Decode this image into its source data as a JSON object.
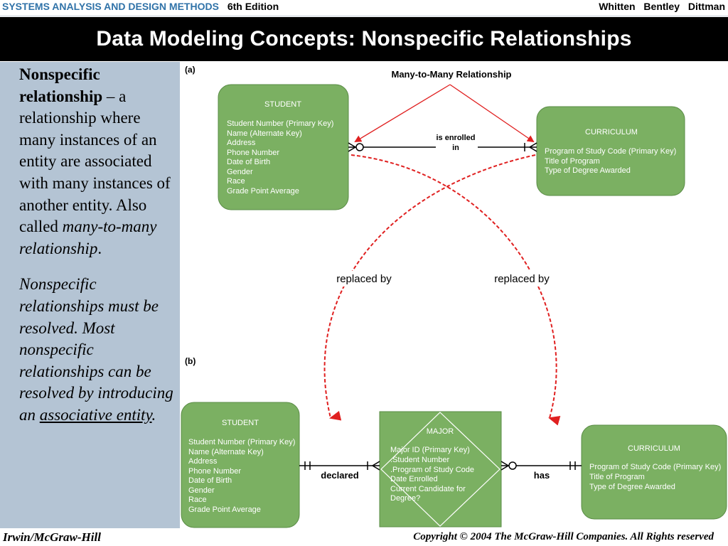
{
  "header": {
    "course": "SYSTEMS ANALYSIS AND DESIGN METHODS",
    "edition": "6th Edition",
    "authors": "Whitten Bentley Dittman"
  },
  "slide": {
    "title": "Data Modeling Concepts: Nonspecific Relationships"
  },
  "sidebar": {
    "term": "Nonspecific relationship",
    "definition": " – a relationship where many instances of an entity are associated with many instances of another entity. Also called ",
    "alt_term": "many-to-many relationship",
    "period": ".",
    "note": "Nonspecific relationships must be resolved. Most nonspecific relationships can be resolved by introducing an ",
    "note_term": "associative entity",
    "note_end": "."
  },
  "diagram": {
    "part_a_label": "(a)",
    "part_b_label": "(b)",
    "callout": "Many-to-Many Relationship",
    "rel_a_line1": "is enrolled",
    "rel_a_line2": "in",
    "replaced_left": "replaced by",
    "replaced_right": "replaced by",
    "rel_declared": "declared",
    "rel_has": "has",
    "student_a": {
      "title": "STUDENT",
      "attributes": [
        "Student Number (Primary Key)",
        "Name (Alternate Key)",
        "Address",
        "Phone Number",
        "Date of Birth",
        "Gender",
        "Race",
        "Grade Point Average"
      ]
    },
    "curriculum_a": {
      "title": "CURRICULUM",
      "attributes": [
        "Program of Study Code (Primary Key)",
        "Title of Program",
        "Type of Degree Awarded"
      ]
    },
    "student_b": {
      "title": "STUDENT",
      "attributes": [
        "Student Number (Primary Key)",
        "Name (Alternate Key)",
        "Address",
        "Phone Number",
        "Date of Birth",
        "Gender",
        "Race",
        "Grade Point Average"
      ]
    },
    "major": {
      "title": "MAJOR",
      "attributes": [
        "Major ID (Primary Key)",
        ".Student Number",
        ".Program of Study Code",
        "Date Enrolled",
        "Current Candidate for",
        "Degree?"
      ]
    },
    "curriculum_b": {
      "title": "CURRICULUM",
      "attributes": [
        "Program of Study Code (Primary Key)",
        "Title of Program",
        "Type of Degree Awarded"
      ]
    },
    "colors": {
      "entity_fill": "#7bb062",
      "entity_stroke": "#5a8c46",
      "arrow_red": "#e02020",
      "side_panel": "#b4c4d4"
    }
  },
  "footer": {
    "publisher": "Irwin/McGraw-Hill",
    "copyright": "Copyright © 2004 The McGraw-Hill Companies. All Rights reserved"
  }
}
